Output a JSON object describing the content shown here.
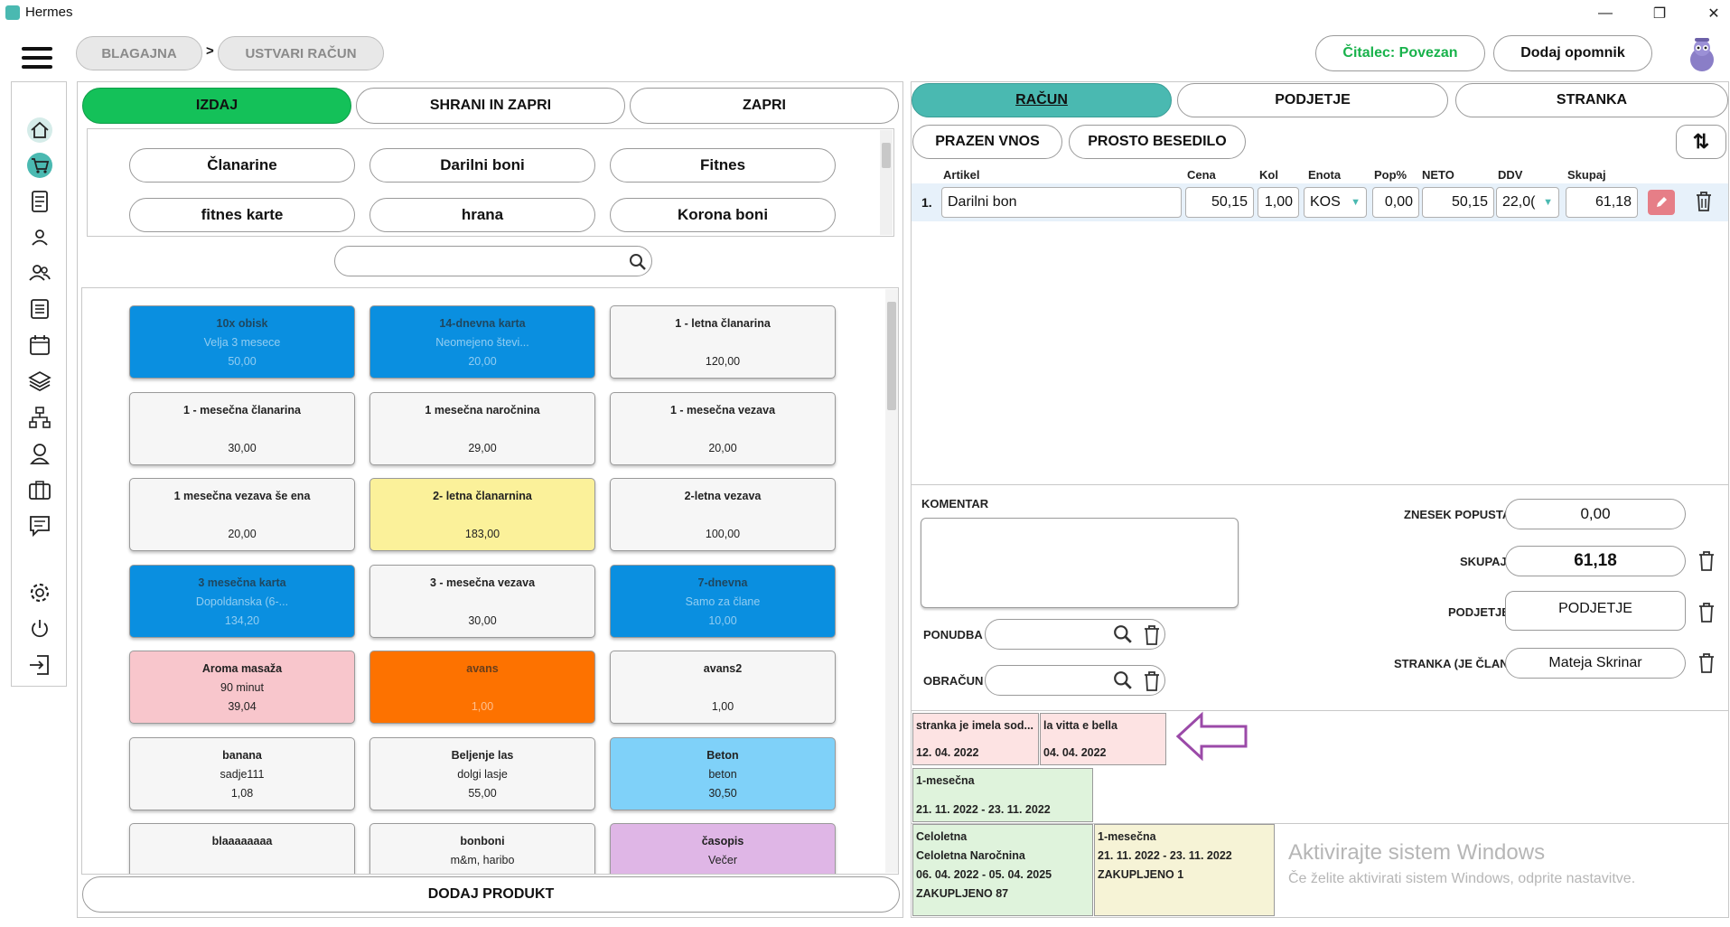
{
  "window": {
    "title": "Hermes",
    "min": "—",
    "max": "❐",
    "close": "✕"
  },
  "breadcrumb": {
    "item1": "BLAGAJNA",
    "sep": ">",
    "item2": "USTVARI RAČUN"
  },
  "header": {
    "reader_status": "Čitalec: Povezan",
    "reminder_btn": "Dodaj opomnik",
    "reader_color": "#18b24b"
  },
  "sidebar": [
    "home-icon",
    "cart-icon",
    "document-icon",
    "user-icon",
    "users-icon",
    "list-icon",
    "calendar-icon",
    "layers-icon",
    "network-icon",
    "support-icon",
    "briefcase-icon",
    "message-icon",
    "gear-icon",
    "power-icon",
    "logout-icon"
  ],
  "left": {
    "actions": {
      "issue": "IZDAJ",
      "save_close": "SHRANI IN ZAPRI",
      "close": "ZAPRI"
    },
    "categories": [
      "Članarine",
      "Darilni boni",
      "Fitnes",
      "fitnes karte",
      "hrana",
      "Korona boni"
    ],
    "search_placeholder": "",
    "products": [
      {
        "name": "10x obisk",
        "sub": "Velja 3 mesece",
        "price": "50,00",
        "color": "#0a8fe0"
      },
      {
        "name": "14-dnevna karta",
        "sub": "Neomejeno števi...",
        "price": "20,00",
        "color": "#0a8fe0"
      },
      {
        "name": "1 - letna članarina",
        "sub": "",
        "price": "120,00",
        "color": "#f6f6f6"
      },
      {
        "name": "1 - mesečna članarina",
        "sub": "",
        "price": "30,00",
        "color": "#f6f6f6"
      },
      {
        "name": "1 mesečna naročnina",
        "sub": "",
        "price": "29,00",
        "color": "#f6f6f6"
      },
      {
        "name": "1 - mesečna vezava",
        "sub": "",
        "price": "20,00",
        "color": "#f6f6f6"
      },
      {
        "name": "1 mesečna vezava še ena",
        "sub": "",
        "price": "20,00",
        "color": "#f6f6f6"
      },
      {
        "name": "2- letna članarnina",
        "sub": "",
        "price": "183,00",
        "color": "#fbf19a"
      },
      {
        "name": "2-letna vezava",
        "sub": "",
        "price": "100,00",
        "color": "#f6f6f6"
      },
      {
        "name": "3 mesečna karta",
        "sub": "Dopoldanska (6-...",
        "price": "134,20",
        "color": "#0a8fe0"
      },
      {
        "name": "3 - mesečna vezava",
        "sub": "",
        "price": "30,00",
        "color": "#f6f6f6"
      },
      {
        "name": "7-dnevna",
        "sub": "Samo za člane",
        "price": "10,00",
        "color": "#0a8fe0"
      },
      {
        "name": "Aroma masaža",
        "sub": "90 minut",
        "price": "39,04",
        "color": "#f8c6cc"
      },
      {
        "name": "avans",
        "sub": "",
        "price": "1,00",
        "color": "#fd7200"
      },
      {
        "name": "avans2",
        "sub": "",
        "price": "1,00",
        "color": "#f6f6f6"
      },
      {
        "name": "banana",
        "sub": "sadje111",
        "price": "1,08",
        "color": "#f6f6f6"
      },
      {
        "name": "Beljenje las",
        "sub": "dolgi lasje",
        "price": "55,00",
        "color": "#f6f6f6"
      },
      {
        "name": "Beton",
        "sub": "beton",
        "price": "30,50",
        "color": "#7fd1f9"
      },
      {
        "name": "blaaaaaaaa",
        "sub": "",
        "price": "",
        "color": "#f6f6f6"
      },
      {
        "name": "bonboni",
        "sub": "m&m, haribo",
        "price": "",
        "color": "#f6f6f6"
      },
      {
        "name": "časopis",
        "sub": "Večer",
        "price": "",
        "color": "#dfb6e6"
      }
    ],
    "add_product": "DODAJ PRODUKT"
  },
  "right": {
    "tabs": {
      "invoice": "RAČUN",
      "split": "PODJETJE",
      "customer": "STRANKA"
    },
    "tab_active_color": "#4ab9b1",
    "subactions": {
      "blank": "PRAZEN VNOS",
      "freetext": "PROSTO BESEDILO"
    },
    "columns": {
      "article": "Artikel",
      "price": "Cena",
      "qty": "Kol",
      "unit": "Enota",
      "disc": "Pop%",
      "net": "NETO",
      "vat": "DDV",
      "total": "Skupaj"
    },
    "line": {
      "num": "1.",
      "article": "Darilni bon",
      "price": "50,15",
      "qty": "1,00",
      "unit": "KOS",
      "disc": "0,00",
      "net": "50,15",
      "vat": "22,0(",
      "total": "61,18"
    },
    "comment_label": "KOMENTAR",
    "comment_value": "",
    "offer_label": "PONUDBA",
    "billing_label": "OBRAČUN",
    "summary": {
      "discount_label": "ZNESEK POPUSTA",
      "discount_value": "0,00",
      "total_label": "SKUPAJ",
      "total_value": "61,18",
      "company_label": "PODJETJE",
      "company_value": "PODJETJE",
      "customer_label": "STRANKA (JE ČLAN)",
      "customer_value": "Mateja Skrinar"
    },
    "notes": [
      {
        "title": "stranka je imela sod...",
        "date": "12. 04. 2022",
        "color": "#fde3e3"
      },
      {
        "title": "la vitta e bella",
        "date": "04. 04. 2022",
        "color": "#fde3e3"
      }
    ],
    "memberships": [
      {
        "lines": [
          "1-mesečna",
          "",
          "21. 11. 2022 - 23. 11. 2022"
        ],
        "color": "#dff3dc"
      },
      {
        "lines": [
          "Celoletna",
          "Celoletna Naročnina",
          "06. 04. 2022 - 05. 04. 2025",
          "ZAKUPLJENO 87"
        ],
        "color": "#dff3dc"
      },
      {
        "lines": [
          "1-mesečna",
          "",
          "21. 11. 2022 - 23. 11. 2022",
          "ZAKUPLJENO 1"
        ],
        "color": "#f6f3d6"
      }
    ],
    "watermark": {
      "title": "Aktivirajte sistem Windows",
      "sub": "Če želite aktivirati sistem Windows, odprite nastavitve."
    }
  }
}
